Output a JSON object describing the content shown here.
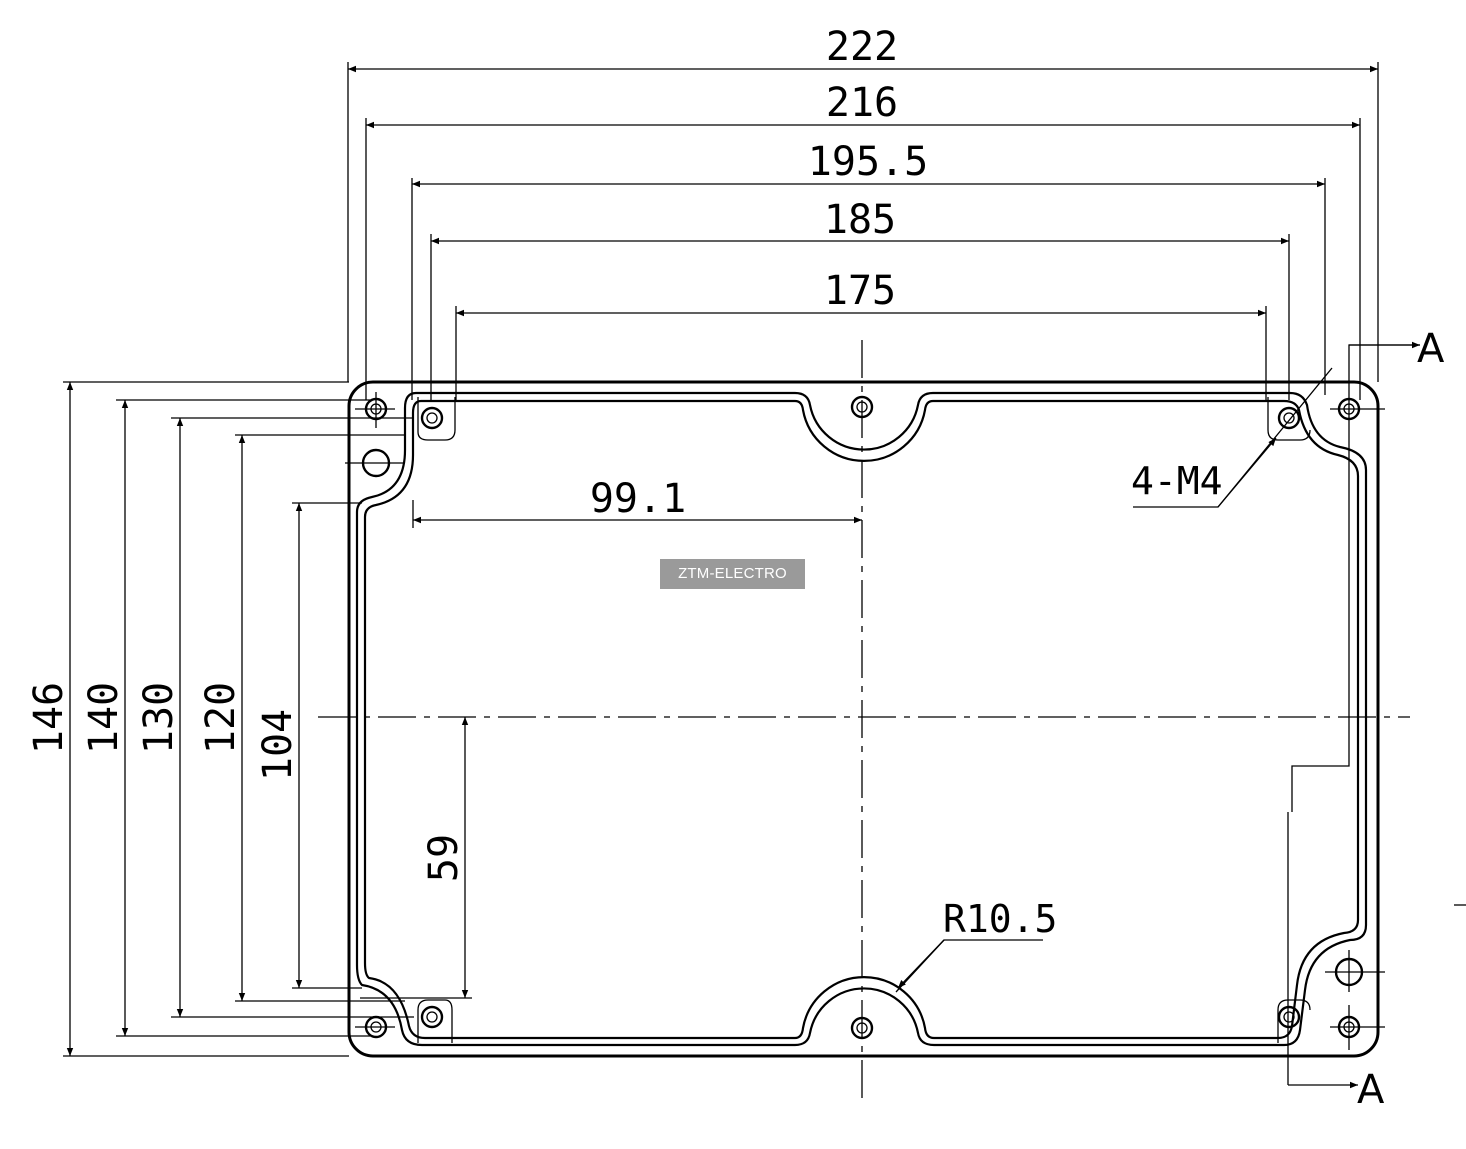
{
  "watermark": "ZTM-ELECTRO",
  "horizontal_dimensions": [
    "222",
    "216",
    "195.5",
    "185",
    "175",
    "99.1"
  ],
  "vertical_dimensions": [
    "146",
    "140",
    "130",
    "120",
    "104",
    "59"
  ],
  "callouts": {
    "thread": "4-M4",
    "radius": "R10.5"
  },
  "section_marker": "A"
}
